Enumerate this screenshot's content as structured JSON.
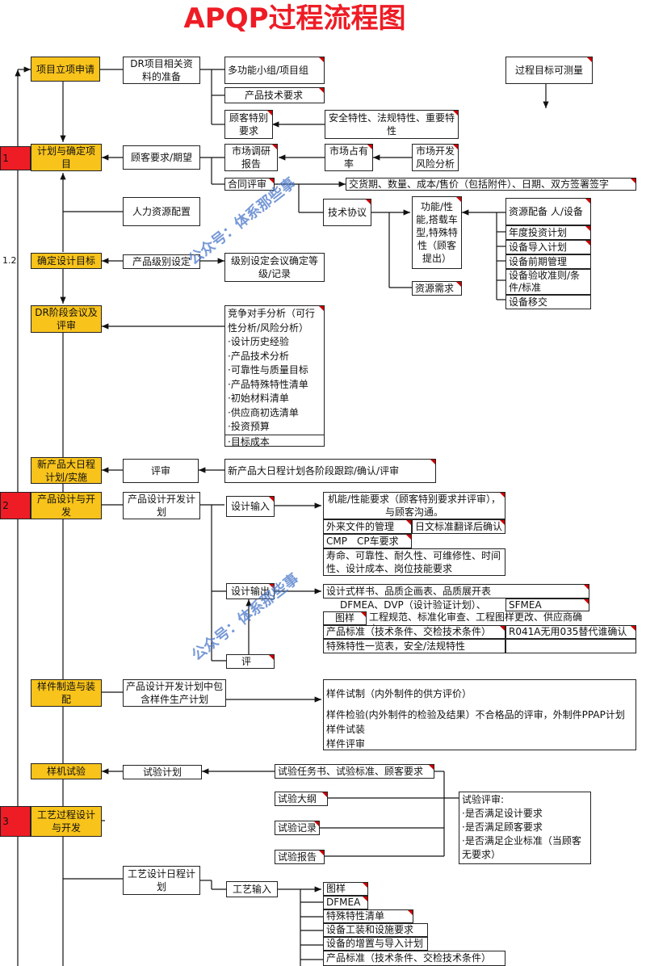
{
  "title": "APQP过程流程图",
  "watermark": "公众号：体系那些事",
  "side_labels": {
    "s1": "1",
    "s12": "1.2",
    "s2": "2",
    "s3": "3"
  },
  "colors": {
    "title": "#ee1c25",
    "stage": "#f8c31b",
    "phase_marker": "#ee1c25",
    "watermark": "#4a77c9",
    "comment": "#cc0000"
  },
  "stages": {
    "project_request": "项目立项申请",
    "plan_confirm": "计划与确定项目",
    "design_goal": "确定设计目标",
    "dr_review": "DR阶段会议及评审",
    "master_schedule": "新产品大日程计划/实施",
    "design_dev": "产品设计与开发",
    "sample_assembly": "样件制造与装配",
    "prototype_test": "样机试验",
    "process_design": "工艺过程设计与开发"
  },
  "phase1": {
    "dr_prep": "DR项目相关资料的准备",
    "team": "多功能小组/项目组",
    "tech_req": "产品技术要求",
    "customer_special": "顾客特别要求",
    "safety": "安全特性、法规特性、重要特性",
    "process_goal": "过程目标可测量"
  },
  "phase_plan": {
    "customer_expect": "顾客要求/期望",
    "market_research": "市场调研报告",
    "market_share": "市场占有率",
    "market_dev": "市场开发风险分析",
    "contract_review": "合同评审",
    "contract_items": "交货期、数量、成本/售价（包括附件）、日期、双方签署签字",
    "tech_agreement": "技术协议",
    "function": "功能/性能,搭载车型,特殊特性（顾客提出）",
    "resource_need": "资源需求",
    "resource_config": "资源配备 人/设备",
    "hr_config": "人力资源配置",
    "equip_list": [
      "年度投资计划",
      "设备导入计划",
      "设备前期管理",
      "设备验收准则/条件/标准",
      "设备移交"
    ]
  },
  "phase_goal": {
    "grade_set": "产品级别设定",
    "grade_meeting": "级别设定会议确定等级/记录"
  },
  "dr_items": [
    "竞争对手分析（可行性分析/风险分析）",
    "·设计历史经验",
    "·产品技术分析",
    "·可靠性与质量目标",
    "·产品特殊特性清单",
    "·初始材料清单",
    "·供应商初选清单",
    "·投资预算",
    "·目标成本"
  ],
  "schedule": {
    "review": "评审",
    "tracking": "新产品大日程计划各阶段跟踪/确认/评审"
  },
  "design": {
    "dev_plan": "产品设计开发计划",
    "input": "设计输入",
    "output": "设计输出",
    "review": "评审",
    "input_items": {
      "perf": "机能/性能要求（顾客特别要求并评审），与顾客沟通。",
      "ext_docs": "外来文件的管理",
      "jp_std": "日文标准翻译后确认",
      "cmp": "CMP　CP车要求",
      "life": "寿命、可靠性、耐久性、可维修性、时间性、设计成本、岗位技能要求"
    },
    "output_items": {
      "samples": "设计式样书、品质企画表、品质展开表",
      "dfmea": "DFMEA、DVP（设计验证计划）、",
      "sfmea": "SFMEA",
      "drawing": "图样",
      "eng_std": "工程规范、标准化审查、工程图样更改、供应商确定",
      "prod_std": "产品标准（技术条件、交检技术条件）",
      "r041": "R041A无用035替代谁确认",
      "special": "特殊特性一览表，安全/法规特性"
    }
  },
  "sample": {
    "plan": "产品设计开发计划中包含样件生产计划",
    "items": [
      "样件试制（内外制件的供方评价）",
      "样件检验(内外制件的检验及结果）不合格品的评审，外制件PPAP计划",
      "样件试装",
      "样件评审"
    ]
  },
  "test": {
    "plan": "试验计划",
    "task_book": "试验任务书、试验标准、顾客要求",
    "outline": "试验大纲",
    "record": "试验记录",
    "report": "试验报告",
    "review": [
      "试验评审:",
      "·是否满足设计要求",
      "·是否满足顾客要求",
      "·是否满足企业标准（当顾客无要求）"
    ]
  },
  "process": {
    "schedule": "工艺设计日程计划",
    "input": "工艺输入",
    "items": [
      "图样",
      "DFMEA",
      "特殊特性清单",
      "设备工装和设施要求",
      "设备的增置与导入计划",
      "产品标准（技术条件、交检技术条件）"
    ]
  }
}
